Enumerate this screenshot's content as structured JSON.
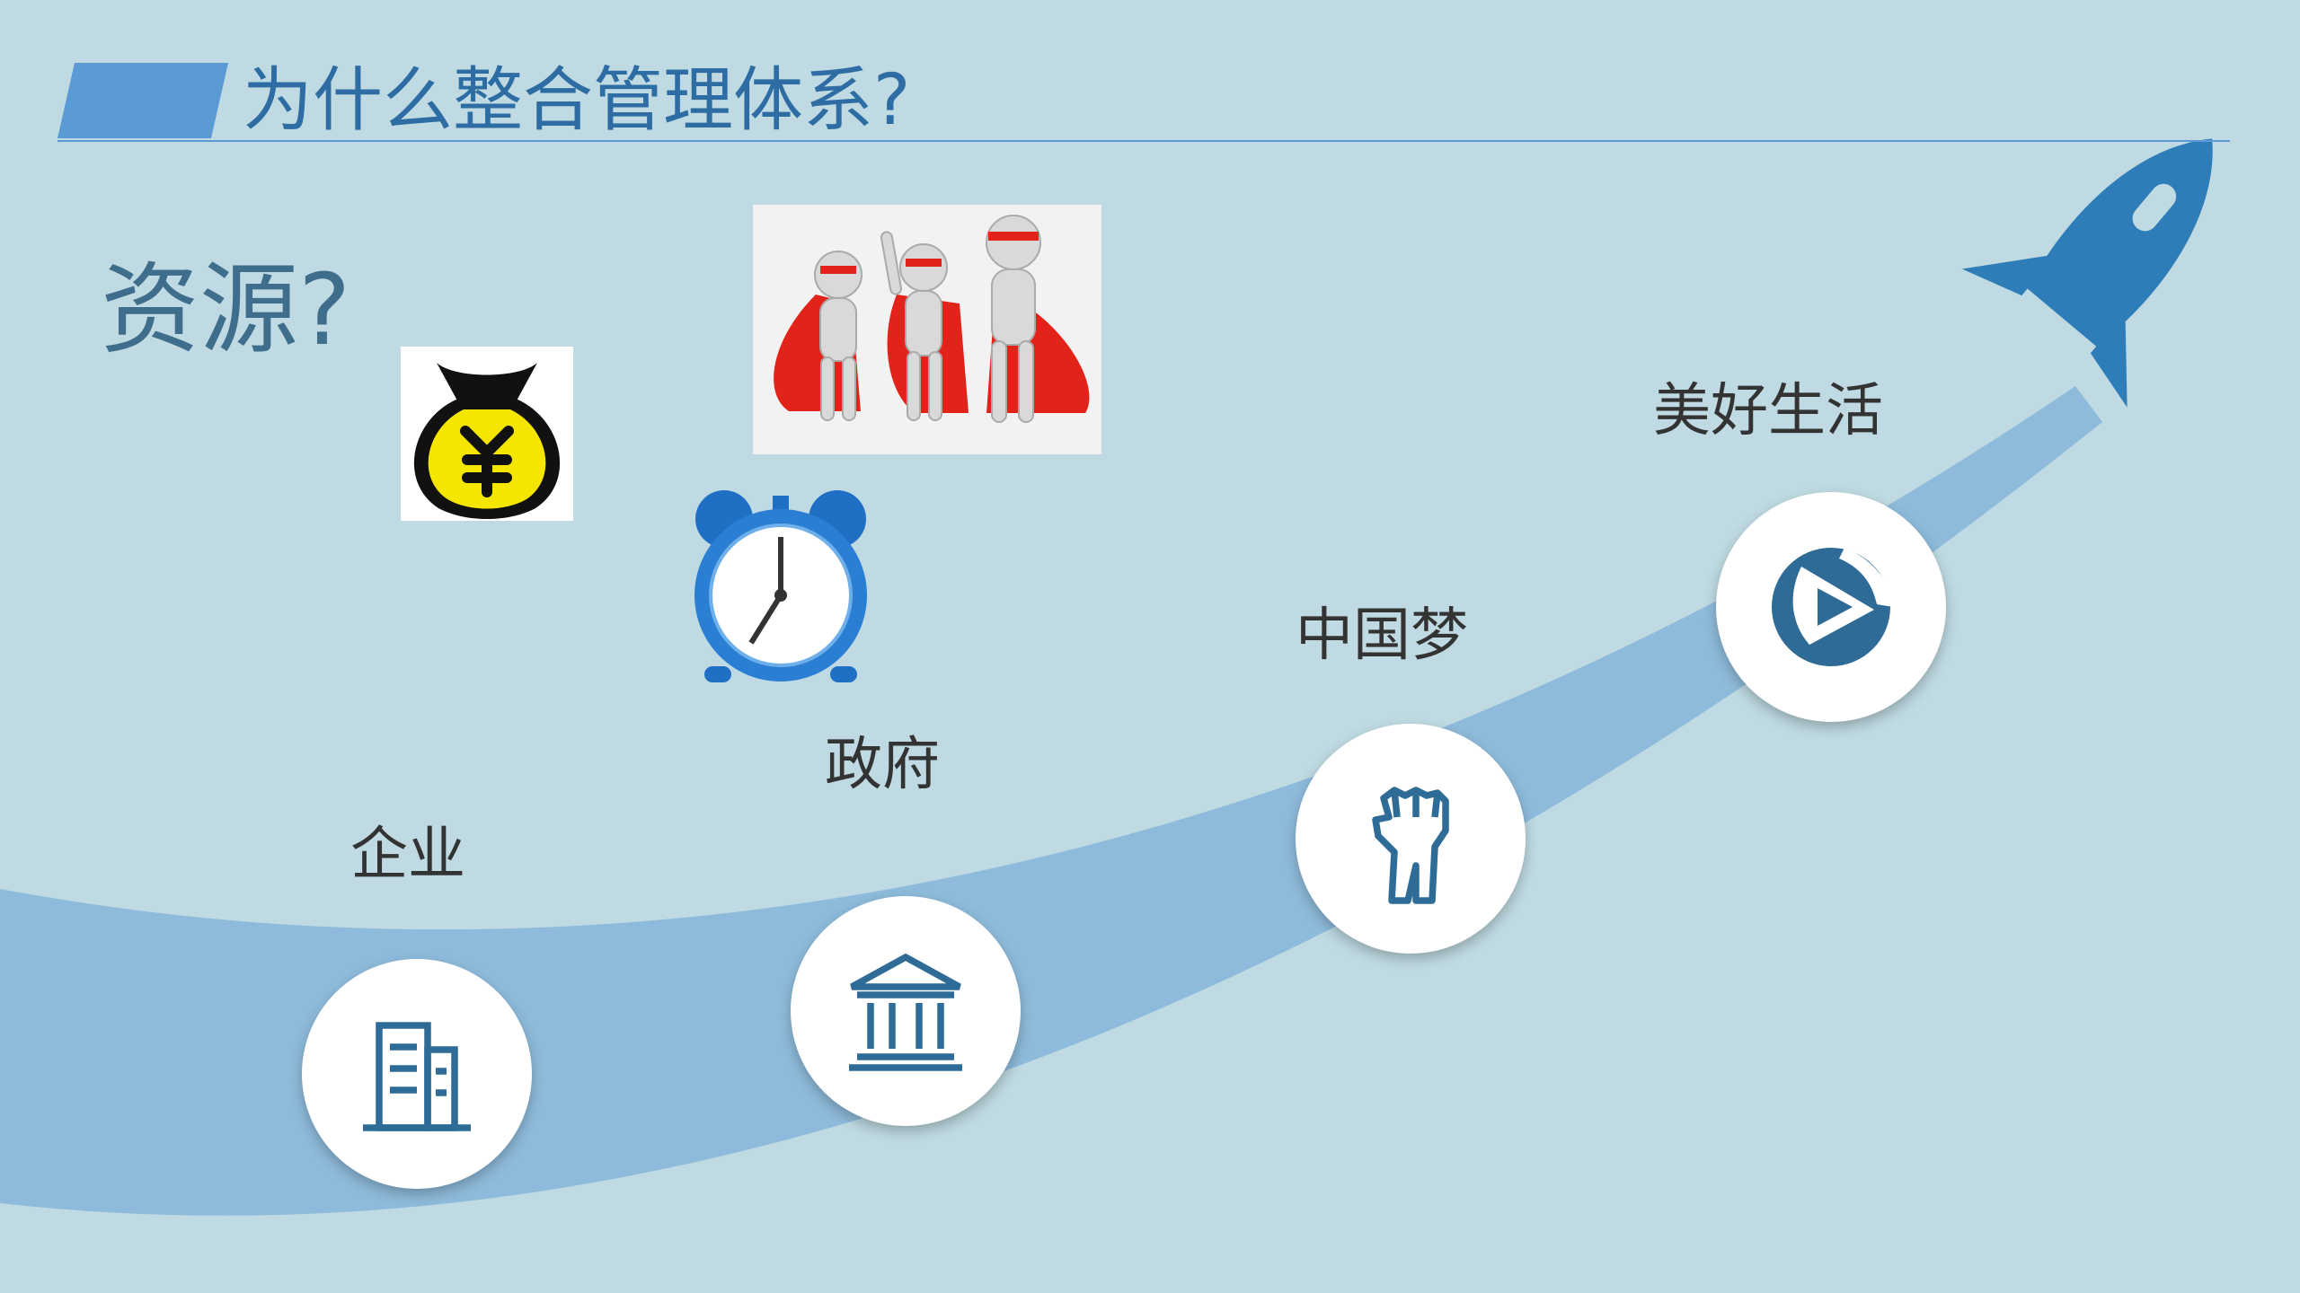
{
  "slide": {
    "title": "为什么整合管理体系?",
    "subtitle": "资源?"
  },
  "stages": [
    {
      "label": "企业",
      "icon": "building-icon"
    },
    {
      "label": "政府",
      "icon": "government-building-icon"
    },
    {
      "label": "中国梦",
      "icon": "raised-fist-icon"
    },
    {
      "label": "美好生活",
      "icon": "play-logo-icon"
    }
  ],
  "resource_icons": [
    "money-bag-yuan-icon",
    "alarm-clock-icon",
    "superhero-team-image"
  ],
  "colors": {
    "background": "#bfdae2",
    "accent": "#5b9bd5",
    "curve": "#8bb9da",
    "icon": "#2e6b96"
  }
}
